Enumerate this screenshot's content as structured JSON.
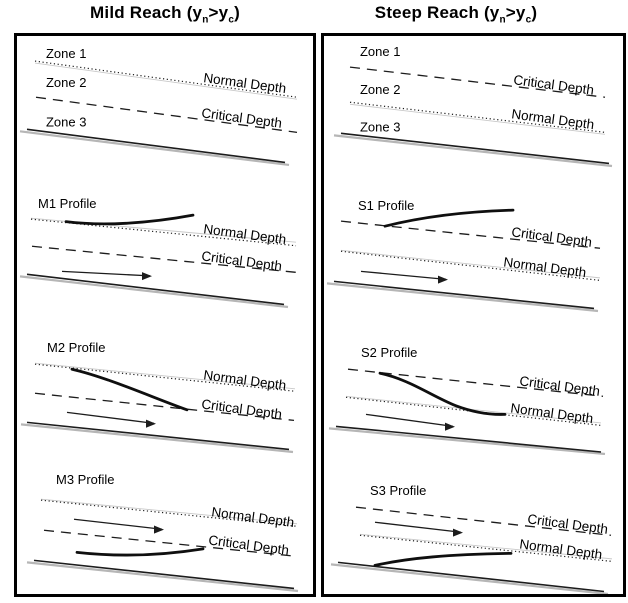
{
  "header": {
    "mild_title": {
      "pre": "Mild Reach (y",
      "sub_n": "n",
      "mid": ">y",
      "sub_c": "c",
      "post": ")"
    },
    "steep_title": {
      "pre": "Steep Reach (y",
      "sub_n": "n",
      "mid": ">y",
      "sub_c": "c",
      "post": ")"
    }
  },
  "mild": {
    "zones": {
      "zone1": "Zone 1",
      "zone2": "Zone 2",
      "zone3": "Zone 3",
      "upper_line_label": "Normal Depth",
      "lower_line_label": "Critical Depth"
    },
    "m1": {
      "title": "M1 Profile",
      "upper_line_label": "Normal Depth",
      "lower_line_label": "Critical Depth"
    },
    "m2": {
      "title": "M2 Profile",
      "upper_line_label": "Normal Depth",
      "lower_line_label": "Critical Depth"
    },
    "m3": {
      "title": "M3 Profile",
      "upper_line_label": "Normal Depth",
      "lower_line_label": "Critical Depth"
    }
  },
  "steep": {
    "zones": {
      "zone1": "Zone 1",
      "zone2": "Zone 2",
      "zone3": "Zone 3",
      "upper_line_label": "Critical Depth",
      "lower_line_label": "Normal Depth"
    },
    "s1": {
      "title": "S1 Profile",
      "upper_line_label": "Critical Depth",
      "lower_line_label": "Normal Depth"
    },
    "s2": {
      "title": "S2 Profile",
      "upper_line_label": "Critical Depth",
      "lower_line_label": "Normal Depth"
    },
    "s3": {
      "title": "S3 Profile",
      "upper_line_label": "Critical Depth",
      "lower_line_label": "Normal Depth"
    }
  },
  "colors": {
    "line": "#1c1c1c",
    "echo": "#c9c9c9",
    "bed_shadow": "#b6b6b6",
    "border": "#000000",
    "text": "#000000"
  }
}
